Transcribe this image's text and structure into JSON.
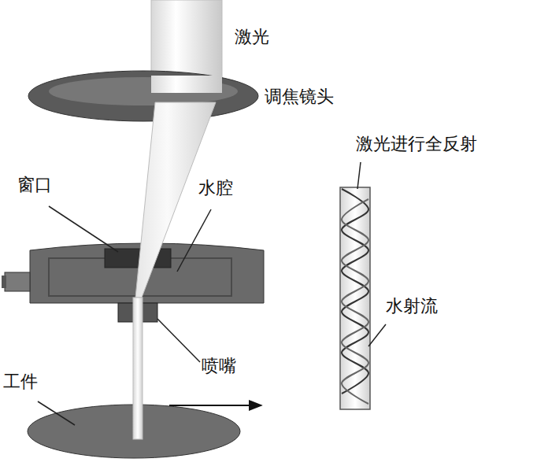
{
  "diagram": {
    "labels": [
      "激光",
      "调焦镜头",
      "窗口",
      "水腔",
      "喷嘴",
      "工件",
      "激光进行全反射",
      "水射流"
    ]
  }
}
